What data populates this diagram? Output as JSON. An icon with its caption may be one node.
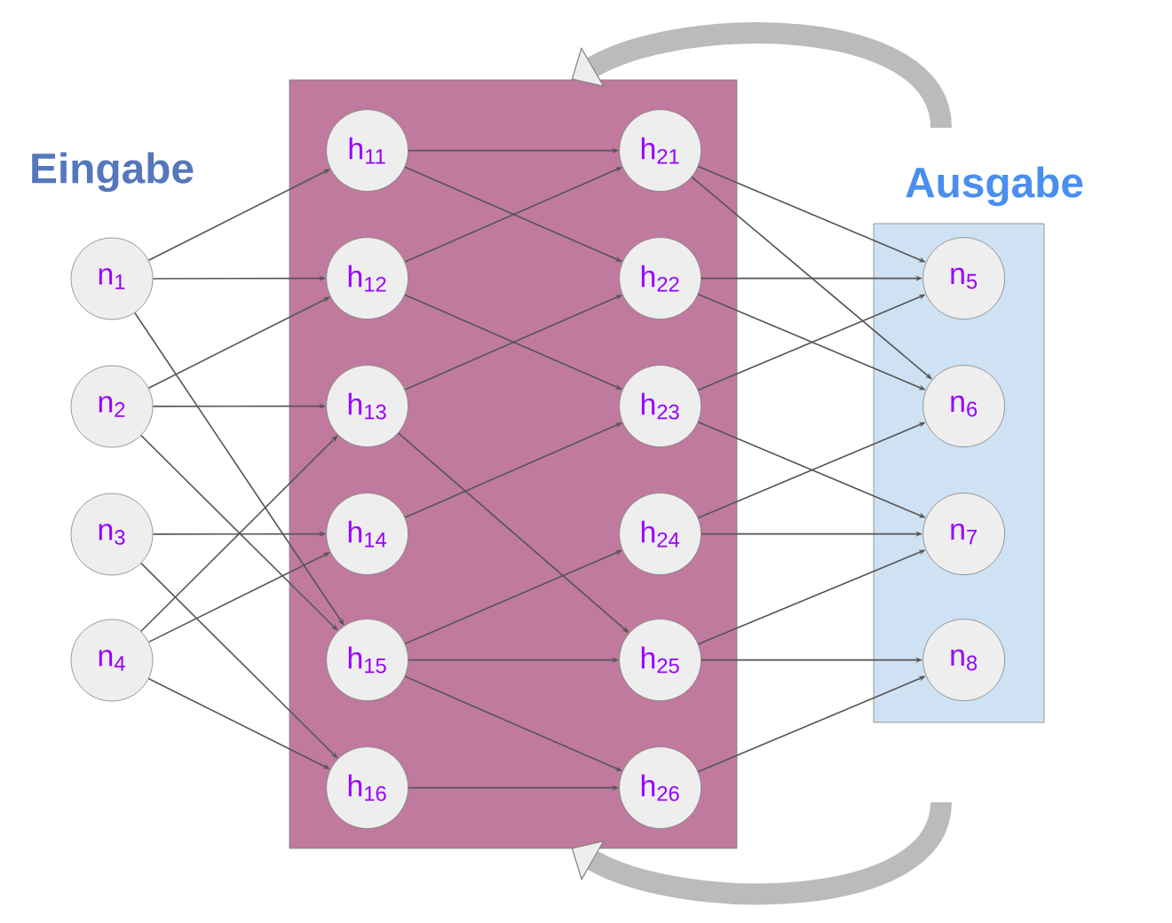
{
  "diagram": {
    "nodes": [
      {
        "text": [
          "n$_{1}$"
        ]
      },
      {
        "text": [
          "n$_{2}$"
        ]
      },
      {
        "text": [
          "n$_{3}$"
        ]
      },
      {
        "text": [
          "n$_{4}$"
        ]
      },
      {
        "text": [],
        "shape": "box"
      },
      {
        "text": [
          "h$_{11}$"
        ],
        "in": 4
      },
      {
        "text": [
          "h$_{12}$"
        ],
        "in": 4
      },
      {
        "text": [
          "h$_{13}$"
        ],
        "in": 4
      },
      {
        "text": [
          "h$_{14}$"
        ],
        "in": 4
      },
      {
        "text": [
          "h$_{15}$"
        ],
        "in": 4
      },
      {
        "text": [
          "h$_{16}$"
        ],
        "in": 4
      },
      {
        "text": [
          "h$_{21}$"
        ],
        "in": 4
      },
      {
        "text": [
          "h$_{22}$"
        ],
        "in": 4
      },
      {
        "text": [
          "h$_{23}$"
        ],
        "in": 4
      },
      {
        "text": [
          "h$_{24}$"
        ],
        "in": 4
      },
      {
        "text": [
          "h$_{25}$"
        ],
        "in": 4
      },
      {
        "text": [
          "h$_{26}$"
        ],
        "in": 4
      },
      {
        "text": [
          "Ausgabe"
        ]
      },
      {
        "text": [
          "n$_{5}$"
        ],
        "in": 17
      },
      {
        "text": [
          "n$_{6}$"
        ],
        "in": 17
      },
      {
        "text": [
          "n$_{7}$"
        ],
        "in": 17
      },
      {
        "text": [
          "n$_{8}$"
        ],
        "in": 17
      }
    ],
    "edges": [
      {
        "from": 0,
        "to": 5,
        "arrow": "to"
      },
      {
        "from": 0,
        "to": 6,
        "arrow": "to"
      },
      {
        "from": 0,
        "to": 9,
        "arrow": "to"
      },
      {
        "from": 1,
        "to": 6,
        "arrow": "to"
      },
      {
        "from": 1,
        "to": 7,
        "arrow": "to"
      },
      {
        "from": 1,
        "to": 9,
        "arrow": "to"
      },
      {
        "from": 2,
        "to": 8,
        "arrow": "to"
      },
      {
        "from": 2,
        "to": 10,
        "arrow": "to"
      },
      {
        "from": 3,
        "to": 7,
        "arrow": "to"
      },
      {
        "from": 3,
        "to": 8,
        "arrow": "to"
      },
      {
        "from": 3,
        "to": 10,
        "arrow": "to"
      },
      {
        "from": 5,
        "to": 11,
        "arrow": "to"
      },
      {
        "from": 5,
        "to": 12,
        "arrow": "to"
      },
      {
        "from": 6,
        "to": 11,
        "arrow": "to"
      },
      {
        "from": 6,
        "to": 13,
        "arrow": "to"
      },
      {
        "from": 7,
        "to": 12,
        "arrow": "to"
      },
      {
        "from": 7,
        "to": 15,
        "arrow": "to"
      },
      {
        "from": 8,
        "to": 13,
        "arrow": "to"
      },
      {
        "from": 9,
        "to": 14,
        "arrow": "to"
      },
      {
        "from": 9,
        "to": 15,
        "arrow": "to"
      },
      {
        "from": 9,
        "to": 16,
        "arrow": "to"
      },
      {
        "from": 10,
        "to": 16,
        "arrow": "to"
      },
      {
        "from": 11,
        "to": 18,
        "arrow": "to"
      },
      {
        "from": 11,
        "to": 19,
        "arrow": "to"
      },
      {
        "from": 12,
        "to": 18,
        "arrow": "to"
      },
      {
        "from": 12,
        "to": 19,
        "arrow": "to"
      },
      {
        "from": 13,
        "to": 18,
        "arrow": "to"
      },
      {
        "from": 13,
        "to": 20,
        "arrow": "to"
      },
      {
        "from": 14,
        "to": 19,
        "arrow": "to"
      },
      {
        "from": 14,
        "to": 20,
        "arrow": "to"
      },
      {
        "from": 15,
        "to": 20,
        "arrow": "to"
      },
      {
        "from": 15,
        "to": 21,
        "arrow": "to"
      },
      {
        "from": 16,
        "to": 21,
        "arrow": "to"
      },
      {
        "from": null,
        "to": 4,
        "arrow": "to",
        "style": "thick",
        "color": "#bbbbbb"
      },
      {
        "from": null,
        "to": 4,
        "arrow": "to",
        "style": "thick",
        "color": "#bbbbbb"
      }
    ],
    "labels": [
      "Eingabe"
    ]
  }
}
